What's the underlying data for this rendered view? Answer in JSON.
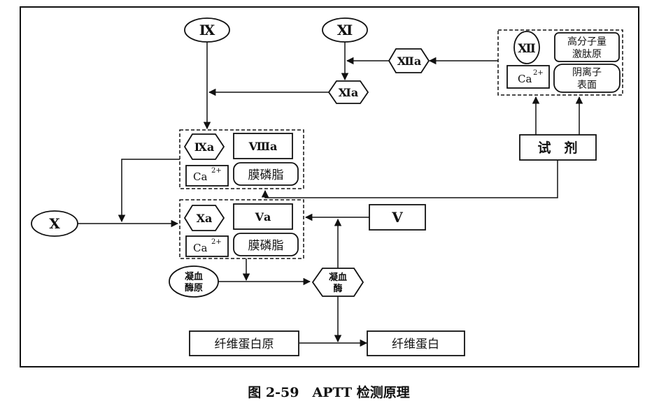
{
  "nodes": {
    "ix": "Ⅸ",
    "xi": "Ⅺ",
    "xiia": "Ⅻa",
    "xii": "Ⅻ",
    "hmwk": [
      "高分子量",
      "激肽原"
    ],
    "ca2": "Ca",
    "ca2_sup": "2+",
    "anionic": [
      "阴离子",
      "表面"
    ],
    "xia": "Ⅺa",
    "ixa": "Ⅸa",
    "viiia": "Ⅷa",
    "phospholipid": "膜磷脂",
    "reagent": "试　剂",
    "x": "Ⅹ",
    "xa": "Ⅹa",
    "va": "Ⅴa",
    "v": "Ⅴ",
    "prothrombin": [
      "凝血",
      "酶原"
    ],
    "thrombin": [
      "凝血",
      "酶"
    ],
    "fibrinogen": "纤维蛋白原",
    "fibrin": "纤维蛋白"
  },
  "caption": "图 2-59　APTT 检测原理"
}
